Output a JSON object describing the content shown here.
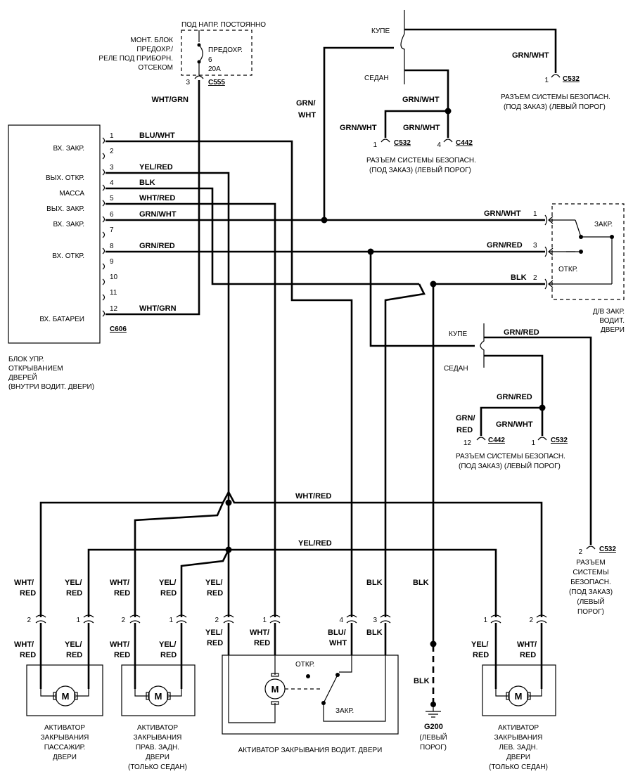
{
  "top_fuse": {
    "supply": "ПОД НАПР. ПОСТОЯННО",
    "block_lines": [
      "МОНТ. БЛОК",
      "ПРЕДОХР./",
      "РЕЛЕ ПОД ПРИБОРН.",
      "ОТСЕКОМ"
    ],
    "fuse_lines": [
      "ПРЕДОХР.",
      "6",
      "20A"
    ],
    "pin": "3",
    "connector": "C555",
    "wire": "WHT/GRN"
  },
  "control_unit": {
    "inputs": [
      "ВХ. ЗАКР.",
      "ВЫХ. ОТКР.",
      "МАССА",
      "ВЫХ. ЗАКР.",
      "ВХ. ЗАКР.",
      "ВХ. ОТКР.",
      "ВХ. БАТАРЕИ"
    ],
    "pins": [
      "1",
      "2",
      "3",
      "4",
      "5",
      "6",
      "7",
      "8",
      "9",
      "10",
      "11",
      "12"
    ],
    "wires": [
      "BLU/WHT",
      "YEL/RED",
      "BLK",
      "WHT/RED",
      "GRN/WHT",
      "GRN/RED",
      "WHT/GRN"
    ],
    "connector": "C606",
    "caption_lines": [
      "БЛОК УПР.",
      "ОТКРЫВАНИЕМ",
      "ДВЕРЕЙ",
      "(ВНУТРИ ВОДИТ. ДВЕРИ)"
    ]
  },
  "top_security": {
    "coupe": "КУПЕ",
    "sedan": "СЕДАН",
    "wire_grnwht": "GRN/WHT",
    "wire_grn_slash": "GRN/",
    "wire_wht": "WHT",
    "pin1": "1",
    "pin4": "4",
    "c532": "C532",
    "c442": "C442",
    "caption1": [
      "РАЗЪЕМ СИСТЕМЫ БЕЗОПАСН.",
      "(ПОД ЗАКАЗ) (ЛЕВЫЙ ПОРОГ)"
    ],
    "caption2": [
      "РАЗЪЕМ СИСТЕМЫ БЕЗОПАСН.",
      "(ПОД ЗАКАЗ) (ЛЕВЫЙ ПОРОГ)"
    ]
  },
  "door_switch": {
    "wire1": "GRN/WHT",
    "pin1": "1",
    "wire3": "GRN/RED",
    "pin3": "3",
    "wire2": "BLK",
    "pin2": "2",
    "lock": "ЗАКР.",
    "unlock": "ОТКР.",
    "caption": [
      "Д/В ЗАКР.",
      "ВОДИТ.",
      "ДВЕРИ"
    ]
  },
  "mid_security": {
    "coupe": "КУПЕ",
    "sedan": "СЕДАН",
    "wire_grnred": "GRN/RED",
    "wire_grnwht": "GRN/WHT",
    "wire_grn": "GRN/",
    "wire_red": "RED",
    "pin12": "12",
    "pin1": "1",
    "c442": "C442",
    "c532": "C532",
    "caption": [
      "РАЗЪЕМ СИСТЕМЫ БЕЗОПАСН.",
      "(ПОД ЗАКАЗ) (ЛЕВЫЙ ПОРОГ)"
    ]
  },
  "right_security": {
    "pin": "2",
    "connector": "C532",
    "caption": [
      "РАЗЪЕМ",
      "СИСТЕМЫ",
      "БЕЗОПАСН.",
      "(ПОД ЗАКАЗ)",
      "(ЛЕВЫЙ",
      "ПОРОГ)"
    ]
  },
  "bus": {
    "whtred": "WHT/RED",
    "yelred": "YEL/RED"
  },
  "bottom": {
    "pins": [
      "2",
      "1",
      "2",
      "1",
      "2",
      "1",
      "4",
      "3",
      "1",
      "2"
    ],
    "upper_a": [
      "WHT/",
      "YEL/",
      "WHT/",
      "YEL/",
      "YEL/",
      "BLK",
      "BLK"
    ],
    "upper_b": [
      "RED",
      "RED",
      "RED",
      "RED",
      "RED"
    ],
    "lower_a": [
      "WHT/",
      "YEL/",
      "WHT/",
      "YEL/",
      "YEL/",
      "WHT/",
      "BLU/",
      "BLK",
      "YEL/",
      "WHT/"
    ],
    "lower_b": [
      "RED",
      "RED",
      "RED",
      "RED",
      "RED",
      "RED",
      "WHT",
      "BLK",
      "RED",
      "RED"
    ],
    "motor": "M",
    "driver_unlock": "ОТКР.",
    "driver_lock": "ЗАКР.",
    "ground_wire": "BLK",
    "ground_label": "BLK",
    "ground_id": "G200",
    "ground_caption": [
      "(ЛЕВЫЙ",
      "ПОРОГ)"
    ],
    "act_pass": [
      "АКТИВАТОР",
      "ЗАКРЫВАНИЯ",
      "ПАССАЖИР.",
      "ДВЕРИ"
    ],
    "act_rr": [
      "АКТИВАТОР",
      "ЗАКРЫВАНИЯ",
      "ПРАВ. ЗАДН.",
      "ДВЕРИ",
      "(ТОЛЬКО СЕДАН)"
    ],
    "act_driver": "АКТИВАТОР ЗАКРЫВАНИЯ ВОДИТ. ДВЕРИ",
    "act_lr": [
      "АКТИВАТОР",
      "ЗАКРЫВАНИЯ",
      "ЛЕВ. ЗАДН.",
      "ДВЕРИ",
      "(ТОЛЬКО СЕДАН)"
    ]
  }
}
